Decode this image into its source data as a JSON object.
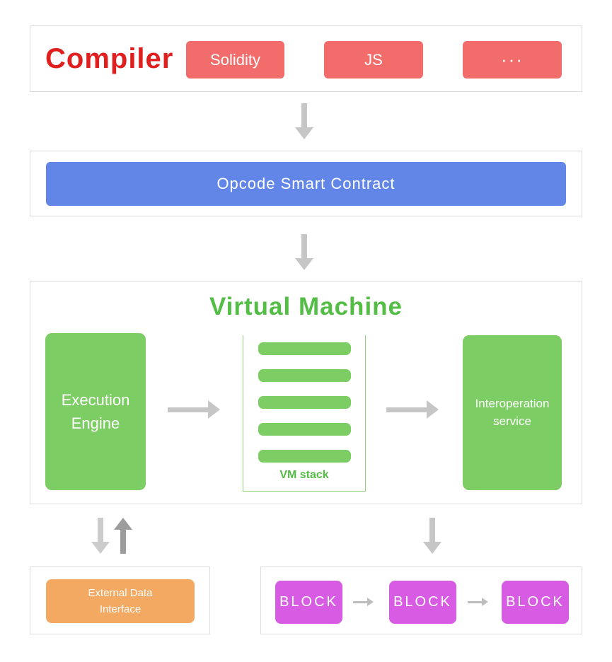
{
  "colors": {
    "compiler_title_red": "#e01f1f",
    "language_chip_red": "#f16c6b",
    "opcode_blue": "#6286e8",
    "vm_box_green": "#7ccd63",
    "vm_text_green": "#53bd45",
    "external_orange": "#f3a962",
    "block_magenta": "#d75be3",
    "arrow_gray": "#c6c6c6",
    "arrow_dark_gray": "#9c9c9c"
  },
  "compiler": {
    "title": "Compiler",
    "languages": [
      {
        "label": "Solidity"
      },
      {
        "label": "JS"
      },
      {
        "label": "···"
      }
    ]
  },
  "opcode": {
    "label": "Opcode Smart Contract"
  },
  "vm": {
    "title": "Virtual Machine",
    "execution_engine": {
      "line1": "Execution",
      "line2": "Engine"
    },
    "stack": {
      "label": "VM stack",
      "bar_count": 5
    },
    "interoperation": {
      "line1": "Interoperation",
      "line2": "service"
    }
  },
  "external": {
    "line1": "External Data",
    "line2": "Interface"
  },
  "blocks": {
    "items": [
      "BLOCK",
      "BLOCK",
      "BLOCK"
    ]
  }
}
